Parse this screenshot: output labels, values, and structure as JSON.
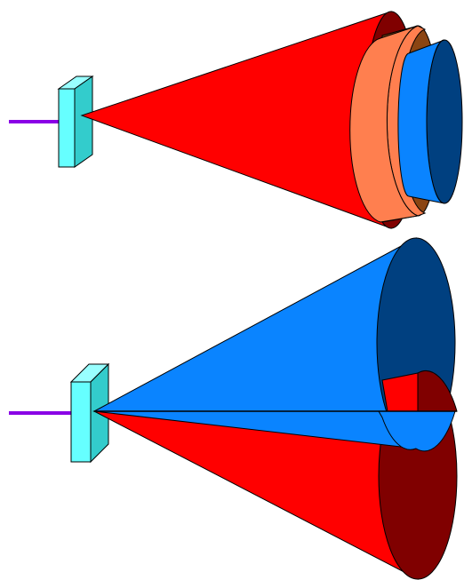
{
  "colors": {
    "beam_line": "#8a00e6",
    "plate_front": "#66ffff",
    "plate_side": "#33cccc",
    "plate_top": "#99ffff",
    "cone_red": "#ff0000",
    "cone_red_dark": "#800000",
    "cone_orange": "#ff7f4f",
    "cone_brown": "#8b4513",
    "cone_blue": "#0a84ff",
    "cone_blue_dark": "#004080",
    "outline": "#000000"
  },
  "figures": [
    {
      "name": "nested-cones",
      "cone_layers": [
        "red",
        "orange",
        "blue"
      ]
    },
    {
      "name": "split-cones",
      "cone_halves": [
        "blue-upper",
        "red-lower"
      ]
    }
  ]
}
